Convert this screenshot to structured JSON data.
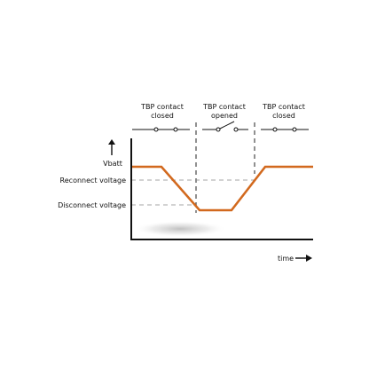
{
  "diagram": {
    "axis_y_label": "Vbatt",
    "axis_x_label": "time",
    "reconnect_label": "Reconnect voltage",
    "disconnect_label": "Disconnect voltage",
    "phases": [
      {
        "line1": "TBP contact",
        "line2": "closed",
        "state": "closed"
      },
      {
        "line1": "TBP contact",
        "line2": "opened",
        "state": "opened"
      },
      {
        "line1": "TBP contact",
        "line2": "closed",
        "state": "closed"
      }
    ]
  },
  "colors": {
    "trace": "#d2691e",
    "axis": "#111111",
    "dashed": "#777777",
    "shadow": "#9a9a9a"
  }
}
